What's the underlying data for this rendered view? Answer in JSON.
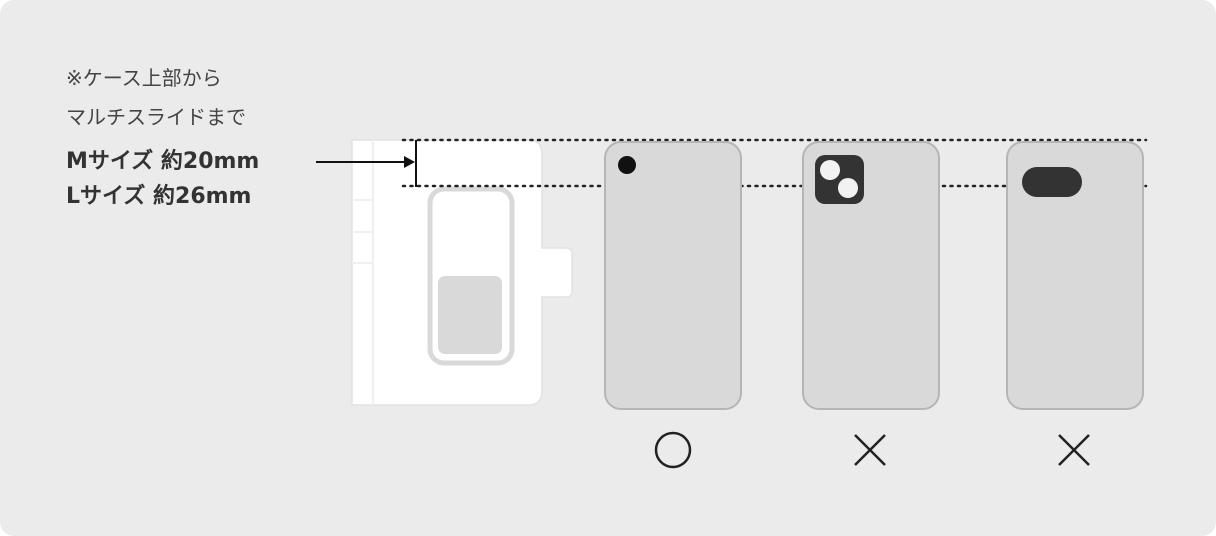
{
  "note": {
    "line1": "※ケース上部から",
    "line2": "マルチスライドまで"
  },
  "sizes": {
    "m": "Mサイズ 約20mm",
    "l": "Lサイズ 約26mm"
  },
  "phones": [
    {
      "camera": "single-dot-camera",
      "verdict": "○",
      "compatible": true
    },
    {
      "camera": "square-dual-camera",
      "verdict": "×",
      "compatible": false
    },
    {
      "camera": "pill-camera",
      "verdict": "×",
      "compatible": false
    }
  ],
  "colors": {
    "background": "#ebebeb",
    "phone": "#d9d9d9",
    "phone_border": "#b5b5b5",
    "camera": "#333333",
    "case": "#ffffff"
  }
}
